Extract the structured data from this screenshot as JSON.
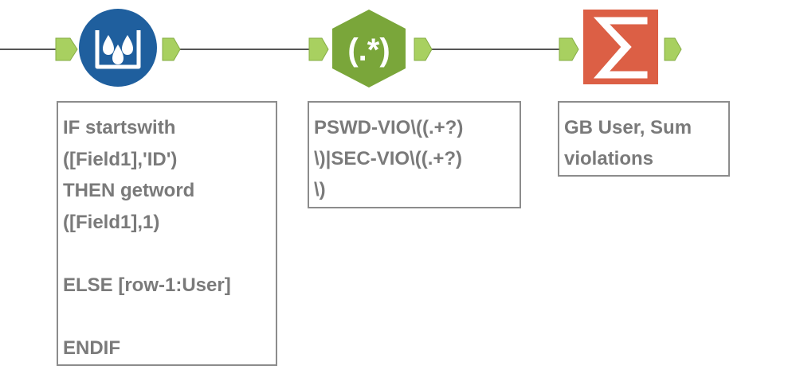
{
  "workflow": {
    "tools": [
      {
        "id": "multi-row-formula",
        "icon": "bucket-droplets-icon",
        "color": "#1f5f9e"
      },
      {
        "id": "regex",
        "icon": "regex-hexagon-icon",
        "glyph": "(.*)",
        "color": "#7aa63a"
      },
      {
        "id": "summarize",
        "icon": "sigma-icon",
        "glyph": "Σ",
        "color": "#dc5f45"
      }
    ],
    "connector_color": "#a8d060",
    "line_color": "#555555",
    "annotations": [
      {
        "lines": [
          "IF startswith",
          "([Field1],'ID')",
          "THEN getword",
          "([Field1],1)",
          "",
          "ELSE [row-1:User]",
          "",
          "ENDIF"
        ]
      },
      {
        "lines": [
          "PSWD-VIO\\((.+?)",
          "\\)|SEC-VIO\\((.+?)",
          "\\)"
        ]
      },
      {
        "lines": [
          "GB User, Sum",
          "violations"
        ]
      }
    ]
  }
}
